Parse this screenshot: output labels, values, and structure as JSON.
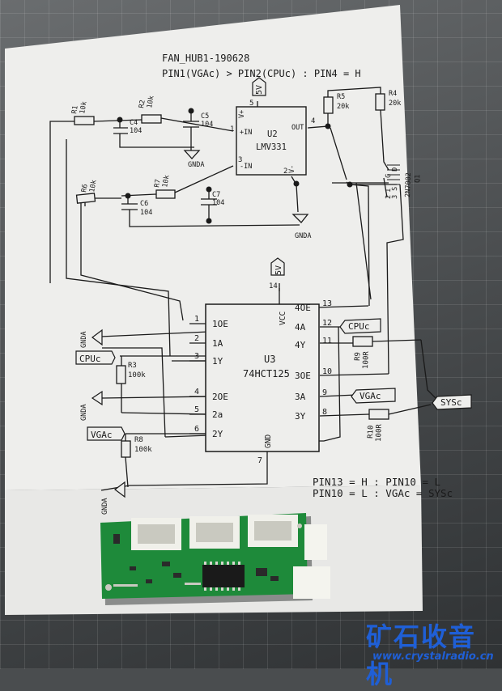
{
  "title": {
    "line1": "FAN_HUB1-190628",
    "line2": "PIN1(VGAc) > PIN2(CPUc) : PIN4 = H"
  },
  "components": {
    "r1": {
      "ref": "R1",
      "val": "10k"
    },
    "r2": {
      "ref": "R2",
      "val": "10k"
    },
    "r3": {
      "ref": "R3",
      "val": "100k"
    },
    "r4": {
      "ref": "R4",
      "val": "20k"
    },
    "r5": {
      "ref": "R5",
      "val": "20k"
    },
    "r6": {
      "ref": "R6",
      "val": "10k"
    },
    "r7": {
      "ref": "R7",
      "val": "10k"
    },
    "r8": {
      "ref": "R8",
      "val": "100k"
    },
    "r9": {
      "ref": "R9",
      "val": "100R"
    },
    "r10": {
      "ref": "R10",
      "val": "100R"
    },
    "c4": {
      "ref": "C4",
      "val": "104"
    },
    "c5": {
      "ref": "C5",
      "val": "104"
    },
    "c6": {
      "ref": "C6",
      "val": "104"
    },
    "c7": {
      "ref": "C7",
      "val": "104"
    },
    "q1": {
      "ref": "Q1",
      "val": "2N7002"
    }
  },
  "u2": {
    "ref": "U2",
    "part": "LMV331",
    "vplus": "V+",
    "vminus": "V-",
    "in_plus": "+IN",
    "in_minus": "-IN",
    "out": "OUT",
    "pin5": "5",
    "pin1": "1",
    "pin3": "3",
    "pin4": "4",
    "pin2": "2"
  },
  "u3": {
    "ref": "U3",
    "part": "74HCT125",
    "vcc": "VCC",
    "gnd": "GND",
    "left_pins": [
      {
        "num": "1",
        "name": "1OE"
      },
      {
        "num": "2",
        "name": "1A"
      },
      {
        "num": "3",
        "name": "1Y"
      },
      {
        "num": "4",
        "name": "2OE"
      },
      {
        "num": "5",
        "name": "2a"
      },
      {
        "num": "6",
        "name": "2Y"
      },
      {
        "num": "7",
        "name": ""
      }
    ],
    "right_pins": [
      {
        "num": "13",
        "name": "4OE"
      },
      {
        "num": "12",
        "name": "4A"
      },
      {
        "num": "11",
        "name": "4Y"
      },
      {
        "num": "10",
        "name": "3OE"
      },
      {
        "num": "9",
        "name": "3A"
      },
      {
        "num": "8",
        "name": "3Y"
      }
    ],
    "pin14": "14"
  },
  "nets": {
    "v5_top": "5V",
    "v5_u3": "5V",
    "gnda": "GNDA",
    "cpuc_right": "CPUc",
    "cpuc_left": "CPUc",
    "vgac_right": "VGAc",
    "vgac_left": "VGAc",
    "sysc": "SYSc"
  },
  "q1_pins": {
    "g": "G",
    "s": "S",
    "d": "D",
    "n1": "1",
    "n2": "2",
    "n3": "3"
  },
  "notes": {
    "line1": "PIN13 = H : PIN10 = L",
    "line2": "PIN10 = L : VGAc = SYSc"
  },
  "watermark": {
    "cn": "矿石收音机",
    "url": "www.crystalradio.cn"
  },
  "colors": {
    "paper": "#eeeeec",
    "ink": "#1a1a1a",
    "pcb": "#1e8a3a",
    "watermark": "#1f5fd6"
  }
}
